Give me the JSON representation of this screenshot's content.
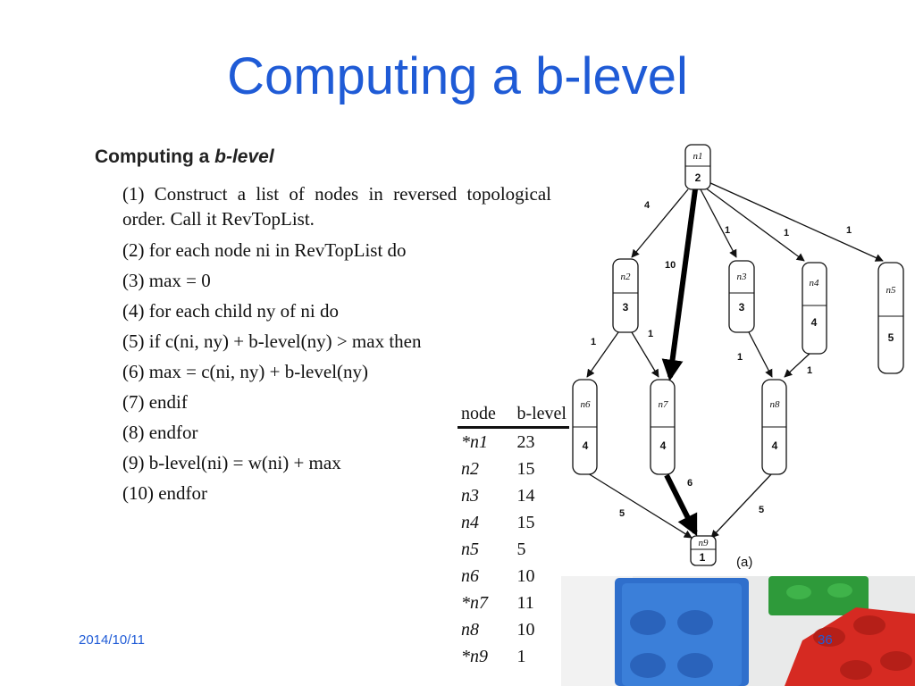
{
  "slide": {
    "title": "Computing a b-level",
    "date": "2014/10/11",
    "page_number": "36"
  },
  "algorithm": {
    "heading_prefix": "Computing a ",
    "heading_em": "b-level",
    "lines": {
      "l1": "(1) Construct a list of nodes in reversed topological order. Call it RevTopList.",
      "l2": "(2) for each node ni in RevTopList do",
      "l3": "(3) max = 0",
      "l4": "(4) for each child ny of ni do",
      "l5": "(5) if c(ni, ny) + b-level(ny) > max then",
      "l6": "(6) max = c(ni, ny) + b-level(ny)",
      "l7": "(7) endif",
      "l8": "(8) endfor",
      "l9": "(9) b-level(ni) = w(ni) + max",
      "l10": "(10) endfor"
    }
  },
  "table": {
    "headers": {
      "node": "node",
      "blevel": "b-level"
    },
    "rows": [
      {
        "node": "*n1",
        "value": "23"
      },
      {
        "node": "n2",
        "value": "15"
      },
      {
        "node": "n3",
        "value": "14"
      },
      {
        "node": "n4",
        "value": "15"
      },
      {
        "node": "n5",
        "value": "5"
      },
      {
        "node": "n6",
        "value": "10"
      },
      {
        "node": "*n7",
        "value": "11"
      },
      {
        "node": "n8",
        "value": "10"
      },
      {
        "node": "*n9",
        "value": "1"
      }
    ]
  },
  "graph": {
    "caption": "(a)",
    "nodes": {
      "n1": {
        "label": "n1",
        "weight": "2"
      },
      "n2": {
        "label": "n2",
        "weight": "3"
      },
      "n3": {
        "label": "n3",
        "weight": "3"
      },
      "n4": {
        "label": "n4",
        "weight": "4"
      },
      "n5": {
        "label": "n5",
        "weight": "5"
      },
      "n6": {
        "label": "n6",
        "weight": "4"
      },
      "n7": {
        "label": "n7",
        "weight": "4"
      },
      "n8": {
        "label": "n8",
        "weight": "4"
      },
      "n9": {
        "label": "n9",
        "weight": "1"
      }
    },
    "edges": {
      "n1_n2": "4",
      "n1_n7": "10",
      "n1_n3": "1",
      "n1_n4": "1",
      "n1_n5": "1",
      "n2_n6": "1",
      "n2_n7": "1",
      "n3_n8": "1",
      "n4_n8": "1",
      "n6_n9": "5",
      "n7_n9": "6",
      "n8_n9": "5"
    },
    "critical_path_color": "#000000"
  },
  "colors": {
    "title": "#1f5bd6",
    "footer": "#1f5bd6",
    "lego_blue": "#3b7fd9",
    "lego_red": "#d62a22",
    "lego_green": "#2e9a3a"
  }
}
